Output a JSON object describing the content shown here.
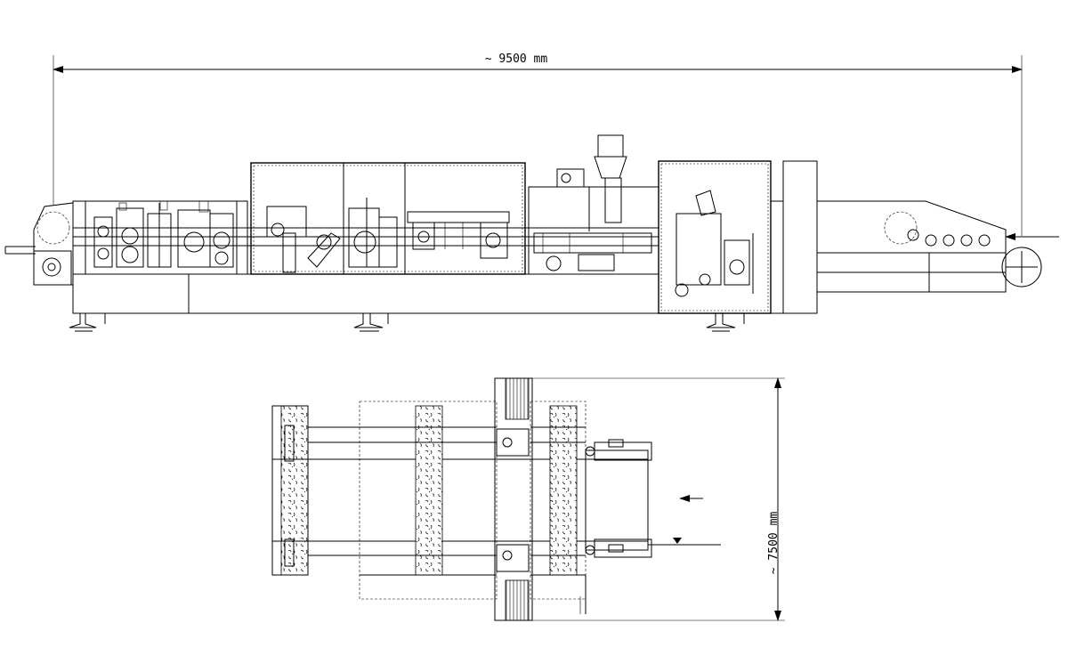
{
  "dimensions": {
    "overall_length": "~ 9500 mm",
    "overall_width": "~ 7500 mm"
  },
  "views": [
    {
      "name": "side-elevation"
    },
    {
      "name": "plan-view"
    }
  ],
  "colors": {
    "line": "#000000",
    "background": "#ffffff"
  }
}
